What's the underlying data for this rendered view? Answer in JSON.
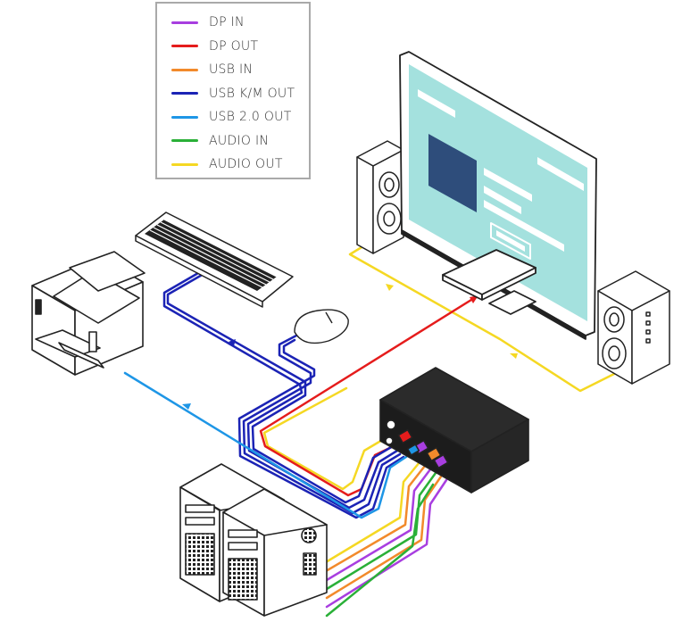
{
  "legend": {
    "items": [
      {
        "label": "DP IN",
        "color": "#a83ee0"
      },
      {
        "label": "DP OUT",
        "color": "#e51c1c"
      },
      {
        "label": "USB IN",
        "color": "#f28a2b"
      },
      {
        "label": "USB K/M OUT",
        "color": "#1b23b5"
      },
      {
        "label": "USB 2.0 OUT",
        "color": "#1e96e6"
      },
      {
        "label": "AUDIO IN",
        "color": "#2ab038"
      },
      {
        "label": "AUDIO OUT",
        "color": "#f5d823"
      }
    ]
  },
  "devices": {
    "printer": "printer-icon",
    "keyboard": "keyboard-icon",
    "mouse": "mouse-icon",
    "monitor": "monitor-icon",
    "speakers": "speaker-icon",
    "kvm_switch": "kvm-switch-icon",
    "computers": "computer-tower-icon"
  },
  "colors": {
    "screen": "#a4e1de",
    "screen_dark": "#2e4d7b",
    "device_body": "#1c1c1c",
    "outline": "#222222"
  }
}
